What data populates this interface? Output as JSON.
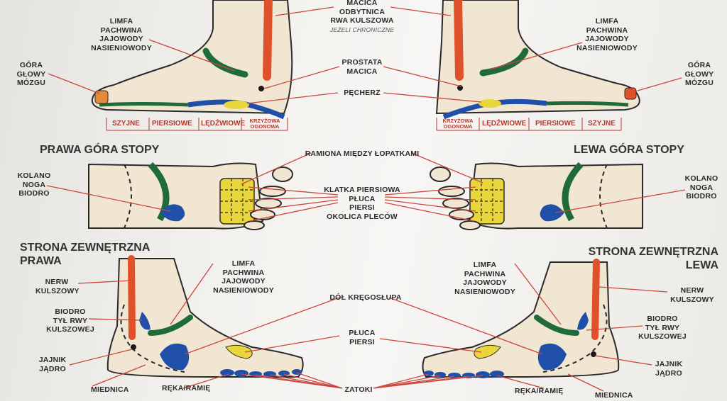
{
  "headings": {
    "right_top": "PRAWA GÓRA STOPY",
    "left_top": "LEWA GÓRA STOPY",
    "right_outer": [
      "STRONA ZEWNĘTRZNA",
      "PRAWA"
    ],
    "left_outer": [
      "STRONA ZEWNĘTRZNA",
      "LEWA"
    ]
  },
  "labels": {
    "macica_top": [
      "MACICA",
      "ODBYTNICA",
      "RWA KULSZOWA"
    ],
    "jezeli": "JEŻELI CHRONICZNE",
    "limfa_tl": [
      "LIMFA",
      "PACHWINA",
      "JAJOWODY",
      "NASIENIOWODY"
    ],
    "limfa_tr": [
      "LIMFA",
      "PACHWINA",
      "JAJOWODY",
      "NASIENIOWODY"
    ],
    "gora_l": [
      "GÓRA",
      "GŁOWY",
      "MÓZGU"
    ],
    "gora_r": [
      "GÓRA",
      "GŁOWY",
      "MÓZGU"
    ],
    "prostata": [
      "PROSTATA",
      "MACICA"
    ],
    "pecherz": "PĘCHERZ",
    "ramiona": "RAMIONA MIĘDZY ŁOPATKAMI",
    "klatka": [
      "KLATKA PIERSIOWA",
      "PŁUCA",
      "PIERSI",
      "OKOLICA PLECÓW"
    ],
    "kolano_l": [
      "KOLANO",
      "NOGA",
      "BIODRO"
    ],
    "kolano_r": [
      "KOLANO",
      "NOGA",
      "BIODRO"
    ],
    "limfa_ml": [
      "LIMFA",
      "PACHWINA",
      "JAJOWODY",
      "NASIENIOWODY"
    ],
    "limfa_mr": [
      "LIMFA",
      "PACHWINA",
      "JAJOWODY",
      "NASIENIOWODY"
    ],
    "nerw_l": [
      "NERW",
      "KULSZOWY"
    ],
    "nerw_r": [
      "NERW",
      "KULSZOWY"
    ],
    "biodro_l": [
      "BIODRO",
      "TYŁ RWY",
      "KULSZOWEJ"
    ],
    "biodro_r": [
      "BIODRO",
      "TYŁ RWY",
      "KULSZOWEJ"
    ],
    "jajnik_l": [
      "JAJNIK",
      "JĄDRO"
    ],
    "jajnik_r": [
      "JAJNIK",
      "JĄDRO"
    ],
    "miednica_l": "MIEDNICA",
    "miednica_r": "MIEDNICA",
    "dol": "DÓŁ KRĘGOSŁUPA",
    "pluca": [
      "PŁUCA",
      "PIERSI"
    ],
    "reka_l": "RĘKA/RAMIĘ",
    "reka_r": "RĘKA/RAMIĘ",
    "zatoki": "ZATOKI"
  },
  "segments_left": [
    "SZYJNE",
    "PIERSIOWE",
    "LĘDŹWIOWE",
    "KRZYŻOWA",
    "OGONOWA"
  ],
  "segments_right": [
    "KRZYŻOWA",
    "OGONOWA",
    "LĘDŹWIOWE",
    "PIERSIOWE",
    "SZYJNE"
  ],
  "colors": {
    "skin": "#f1e6d2",
    "outline": "#2a2a2a",
    "leader": "#c9473c",
    "red_zone": "#e0502a",
    "green_zone": "#1f6b3a",
    "blue_zone": "#1f4fa8",
    "yellow_zone": "#e8d63a",
    "segment": "#b03a2e"
  }
}
